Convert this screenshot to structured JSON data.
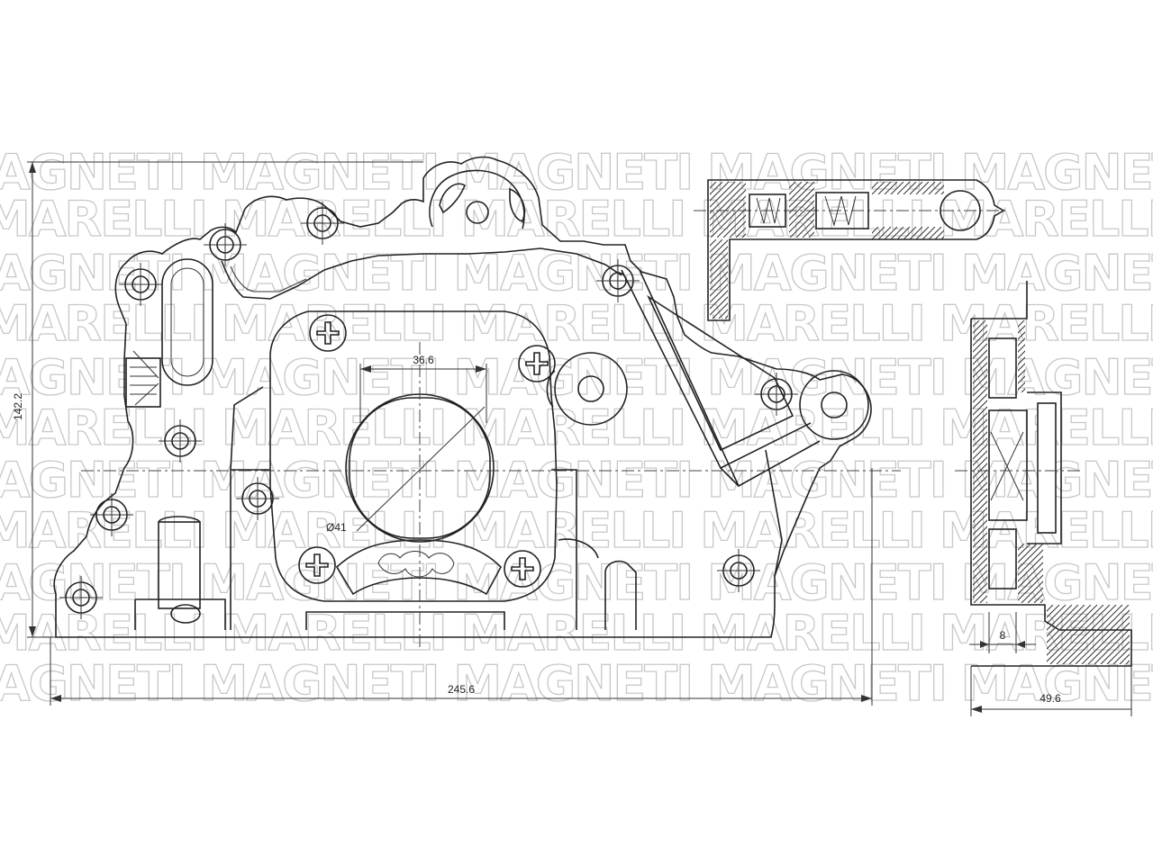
{
  "watermark": {
    "text_a": "MAGNETI",
    "text_b": "MARELLI",
    "color": "#c8c8c8"
  },
  "dimensions": {
    "height": "142.2",
    "width": "245.6",
    "bore_spacing": "36.6",
    "bore_diameter": "Ø41",
    "thickness": "8",
    "depth": "49.6"
  },
  "colors": {
    "line": "#222222",
    "background": "#ffffff"
  }
}
